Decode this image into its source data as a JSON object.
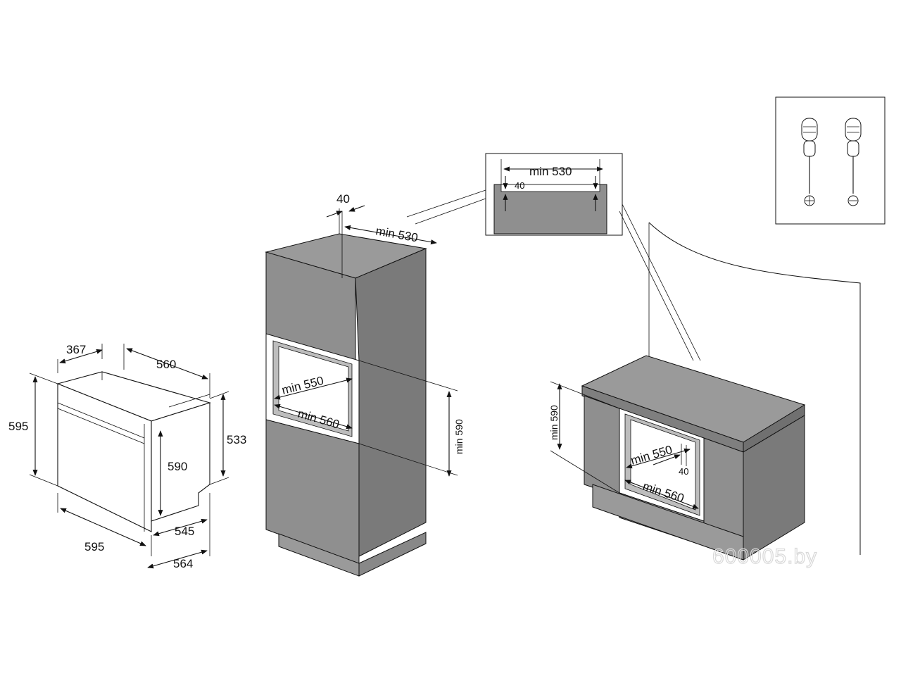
{
  "oven": {
    "depth_top": "367",
    "width_top": "560",
    "height_left": "595",
    "height_right": "533",
    "inner_height": "590",
    "width_bottom": "595",
    "depth_545": "545",
    "depth_564": "564"
  },
  "column": {
    "top_40": "40",
    "top_min530": "min 530",
    "min550": "min 550",
    "min560": "min 560",
    "min590": "min 590"
  },
  "detail": {
    "min530": "min 530",
    "label_40": "40"
  },
  "counter": {
    "min590": "min 590",
    "min550": "min 550",
    "label_40": "40",
    "min560": "min 560"
  },
  "tools": {
    "icons": [
      "screwdriver-cross-icon",
      "screwdriver-flat-icon"
    ]
  },
  "watermark": "600005.by"
}
